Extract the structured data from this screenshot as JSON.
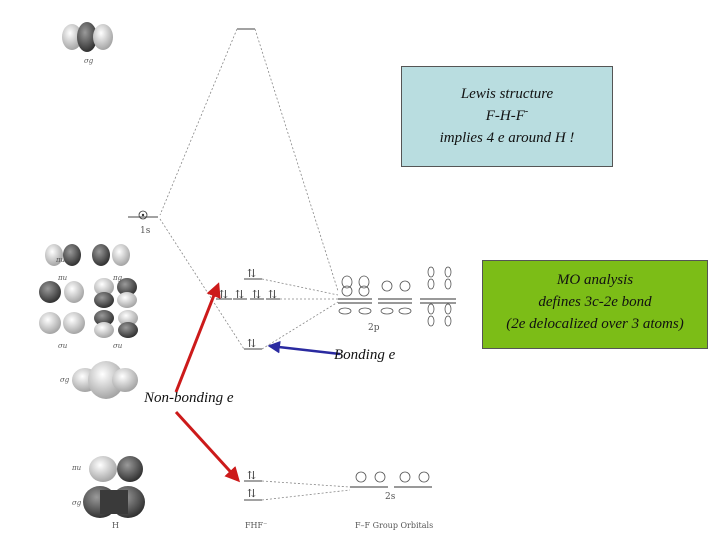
{
  "lewis_box": {
    "line1": "Lewis structure",
    "line2": "F-H-F",
    "line2_sup": "-",
    "line3": "implies 4 e around H !",
    "bg": "#b9dde0"
  },
  "mo_box": {
    "line1": "MO analysis",
    "line2": "defines 3c-2e bond",
    "line3": "(2e delocalized over 3 atoms)",
    "bg": "#7cbd17"
  },
  "annotations": {
    "bonding": "Bonding e",
    "nonbonding": "Non-bonding e"
  },
  "labels": {
    "h_1s": "1s",
    "f_2p": "2p",
    "f_2s": "2s",
    "h_column": "H",
    "center_column": "FHF⁻",
    "right_column": "F–F Group Orbitals",
    "sym_sigma_g": "σg",
    "sym_pi_u": "πu",
    "sym_pi_g": "πg",
    "sym_sigma_u": "σu",
    "sym_sigma_g_2": "σg",
    "sym_sigma_u_2": "σu",
    "sym_sigma_g_3": "σg",
    "sym_sigma_g_top": "σg",
    "sym_pi_u_2": "πu"
  },
  "colors": {
    "bonding_arrow": "#2a2aa0",
    "nonbonding_arrow": "#cc1a1a",
    "level_line": "#444444",
    "dash_line": "#888888"
  }
}
